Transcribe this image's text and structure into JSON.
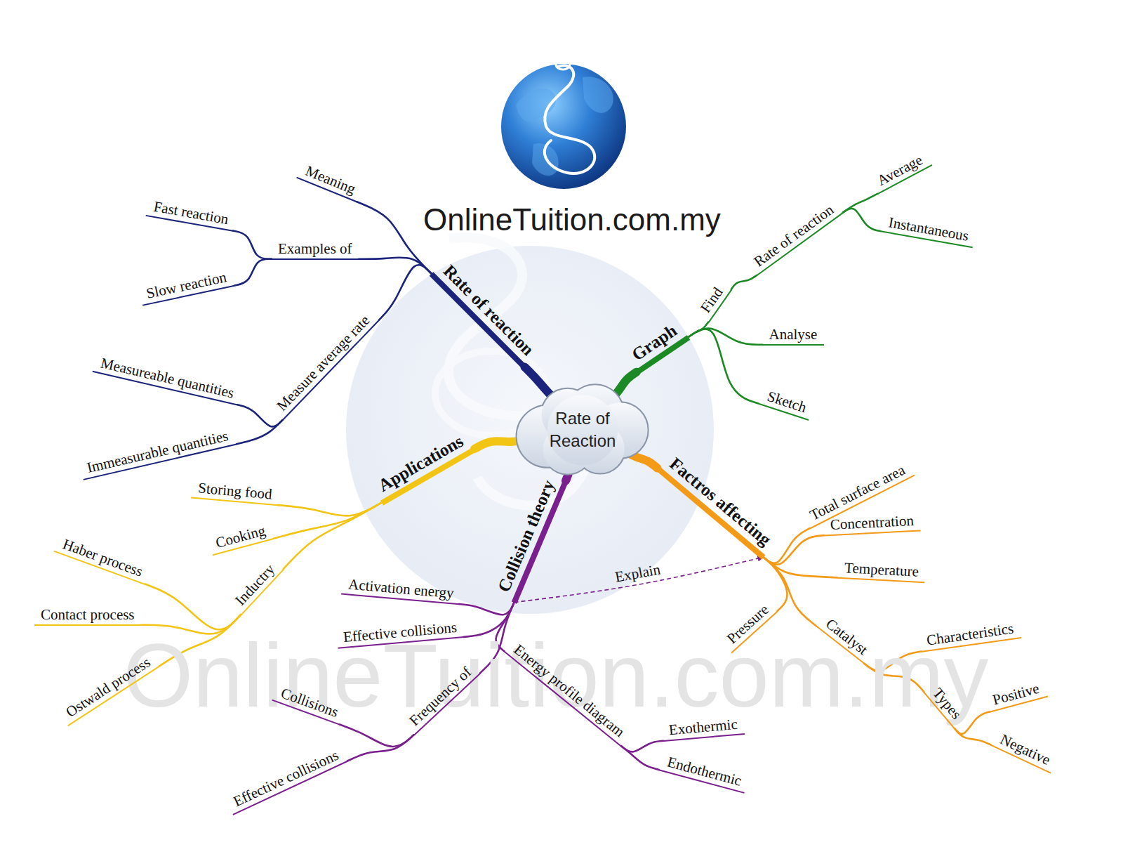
{
  "diagram": {
    "nodes": [
      {
        "text": [
          "Rate of Reaction"
        ]
      },
      {
        "text": [
          "Rate of reaction"
        ]
      },
      {
        "text": [
          "Meaning"
        ]
      },
      {
        "text": [
          "Examples of"
        ]
      },
      {
        "text": [
          "Fast reaction"
        ]
      },
      {
        "text": [
          "Slow reaction"
        ]
      },
      {
        "text": [
          "Measure average rate"
        ]
      },
      {
        "text": [
          "Measureable quantities"
        ]
      },
      {
        "text": [
          "Immeasurable quantities"
        ]
      },
      {
        "text": [
          "Graph"
        ]
      },
      {
        "text": [
          "Find"
        ]
      },
      {
        "text": [
          "Rate of reaction"
        ]
      },
      {
        "text": [
          "Average"
        ]
      },
      {
        "text": [
          "Instantaneous"
        ]
      },
      {
        "text": [
          "Analyse"
        ]
      },
      {
        "text": [
          "Sketch"
        ]
      },
      {
        "text": [
          "Factros affecting"
        ]
      },
      {
        "text": [
          "Total surface area"
        ]
      },
      {
        "text": [
          "Concentration"
        ]
      },
      {
        "text": [
          "Temperature"
        ]
      },
      {
        "text": [
          "Pressure"
        ]
      },
      {
        "text": [
          "Catalyst"
        ]
      },
      {
        "text": [
          "Characteristics"
        ]
      },
      {
        "text": [
          "Types"
        ]
      },
      {
        "text": [
          "Positive"
        ]
      },
      {
        "text": [
          "Negative"
        ]
      },
      {
        "text": [
          "Applications"
        ]
      },
      {
        "text": [
          "Storing food"
        ]
      },
      {
        "text": [
          "Cooking"
        ]
      },
      {
        "text": [
          "Inductry"
        ]
      },
      {
        "text": [
          "Haber process"
        ]
      },
      {
        "text": [
          "Contact process"
        ]
      },
      {
        "text": [
          "Ostwald process"
        ]
      },
      {
        "text": [
          "Collision theory"
        ]
      },
      {
        "text": [
          "Activation energy"
        ]
      },
      {
        "text": [
          "Effective collisions"
        ]
      },
      {
        "text": [
          "Frequency of"
        ]
      },
      {
        "text": [
          "Collisions"
        ]
      },
      {
        "text": [
          "Effective collisions"
        ]
      },
      {
        "text": [
          "Energy profile diagram"
        ]
      },
      {
        "text": [
          "Exothermic"
        ]
      },
      {
        "text": [
          "Endothermic"
        ]
      }
    ],
    "edges": [
      {
        "from": 0,
        "to": 1,
        "arrow": "none"
      },
      {
        "from": 1,
        "to": 2,
        "arrow": "none"
      },
      {
        "from": 1,
        "to": 3,
        "arrow": "none"
      },
      {
        "from": 3,
        "to": 4,
        "arrow": "none"
      },
      {
        "from": 3,
        "to": 5,
        "arrow": "none"
      },
      {
        "from": 1,
        "to": 6,
        "arrow": "none"
      },
      {
        "from": 6,
        "to": 7,
        "arrow": "none"
      },
      {
        "from": 6,
        "to": 8,
        "arrow": "none"
      },
      {
        "from": 0,
        "to": 9,
        "arrow": "none"
      },
      {
        "from": 9,
        "to": 10,
        "arrow": "none"
      },
      {
        "from": 10,
        "to": 11,
        "arrow": "none"
      },
      {
        "from": 11,
        "to": 12,
        "arrow": "none"
      },
      {
        "from": 11,
        "to": 13,
        "arrow": "none"
      },
      {
        "from": 9,
        "to": 14,
        "arrow": "none"
      },
      {
        "from": 9,
        "to": 15,
        "arrow": "none"
      },
      {
        "from": 0,
        "to": 16,
        "arrow": "none"
      },
      {
        "from": 16,
        "to": 17,
        "arrow": "none"
      },
      {
        "from": 16,
        "to": 18,
        "arrow": "none"
      },
      {
        "from": 16,
        "to": 19,
        "arrow": "none"
      },
      {
        "from": 16,
        "to": 20,
        "arrow": "none"
      },
      {
        "from": 16,
        "to": 21,
        "arrow": "none"
      },
      {
        "from": 21,
        "to": 22,
        "arrow": "none"
      },
      {
        "from": 21,
        "to": 23,
        "arrow": "none"
      },
      {
        "from": 23,
        "to": 24,
        "arrow": "none"
      },
      {
        "from": 23,
        "to": 25,
        "arrow": "none"
      },
      {
        "from": 0,
        "to": 26,
        "arrow": "none"
      },
      {
        "from": 26,
        "to": 27,
        "arrow": "none"
      },
      {
        "from": 26,
        "to": 28,
        "arrow": "none"
      },
      {
        "from": 26,
        "to": 29,
        "arrow": "none"
      },
      {
        "from": 29,
        "to": 30,
        "arrow": "none"
      },
      {
        "from": 29,
        "to": 31,
        "arrow": "none"
      },
      {
        "from": 29,
        "to": 32,
        "arrow": "none"
      },
      {
        "from": 0,
        "to": 33,
        "arrow": "none"
      },
      {
        "from": 33,
        "to": 34,
        "arrow": "none"
      },
      {
        "from": 33,
        "to": 35,
        "arrow": "none"
      },
      {
        "from": 33,
        "to": 36,
        "arrow": "none"
      },
      {
        "from": 36,
        "to": 37,
        "arrow": "none"
      },
      {
        "from": 36,
        "to": 38,
        "arrow": "none"
      },
      {
        "from": 33,
        "to": 39,
        "arrow": "none"
      },
      {
        "from": 39,
        "to": 40,
        "arrow": "none"
      },
      {
        "from": 39,
        "to": 41,
        "arrow": "none"
      },
      {
        "from": 33,
        "to": 16,
        "label": "Explain",
        "arrow": "to"
      }
    ],
    "labels": [
      "OnlineTuition.com.my",
      "OnlineTuition.com.my"
    ]
  }
}
